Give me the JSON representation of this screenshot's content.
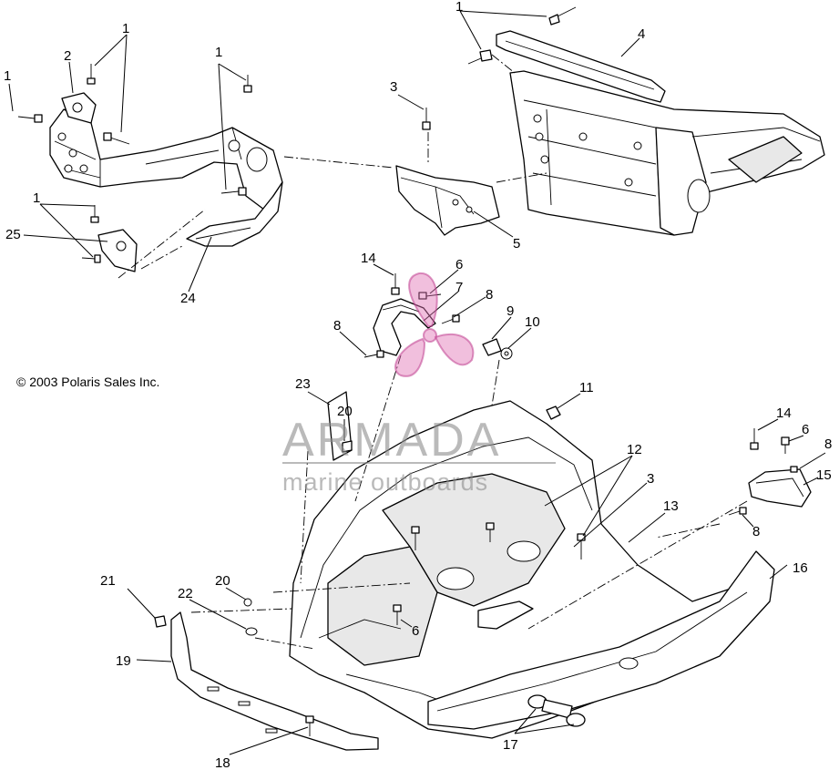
{
  "copyright": "© 2003 Polaris Sales Inc.",
  "watermark": {
    "title": "ARMADA",
    "subtitle": "marine outboards",
    "color": "#e070b4"
  },
  "callouts": [
    "1",
    "1",
    "1",
    "1",
    "1",
    "1",
    "2",
    "3",
    "3",
    "4",
    "5",
    "6",
    "6",
    "6",
    "7",
    "8",
    "8",
    "8",
    "8",
    "9",
    "10",
    "11",
    "12",
    "13",
    "14",
    "14",
    "15",
    "16",
    "17",
    "18",
    "19",
    "20",
    "20",
    "21",
    "22",
    "23",
    "24",
    "25"
  ]
}
